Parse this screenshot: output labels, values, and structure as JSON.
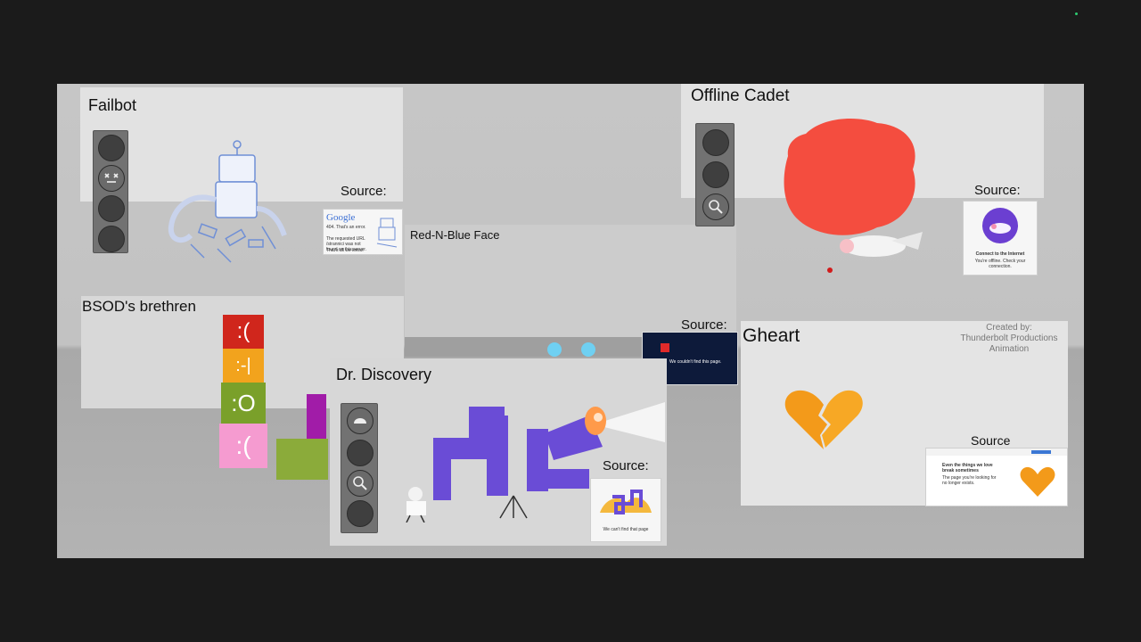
{
  "panels": {
    "failbot": {
      "title": "Failbot",
      "source_label": "Source:",
      "thumb_logo": "Google",
      "thumb_text_1": "404. That's an error.",
      "thumb_text_2": "The requested URL /strannici was not found on this server.",
      "thumb_text_3": "That's all we know."
    },
    "offline_cadet": {
      "title": "Offline Cadet",
      "source_label": "Source:",
      "thumb_text_1": "Connect to the Internet",
      "thumb_text_2": "You're offline. Check your connection."
    },
    "red_blue": {
      "title": "Red-N-Blue Face",
      "source_label": "Source:",
      "thumb_text": "We couldn't find this page."
    },
    "bsod": {
      "title": "BSOD's brethren",
      "cube_faces": [
        ":(",
        ":-|",
        ":O",
        ":("
      ]
    },
    "dr_discovery": {
      "title": "Dr. Discovery",
      "source_label": "Source:",
      "thumb_text": "We can't find that page"
    },
    "gheart": {
      "title": "Gheart",
      "source_label": "Source",
      "credit_line_1": "Created by:",
      "credit_line_2": "Thunderbolt Productions",
      "credit_line_3": "Animation",
      "thumb_text_1": "Even the things we love break sometimes",
      "thumb_text_2": "The page you're looking for no longer exists."
    }
  },
  "colors": {
    "stage": "#c6c6c6",
    "panel": "#e2e2e2",
    "lamp": "#3f3f3f",
    "blob_red": "#f44d3f",
    "heart_orange": "#f39a1a",
    "cube_red": "#d0261c",
    "cube_orange": "#f2a31d",
    "cube_green": "#7aa02a",
    "cube_pink": "#f59bd0",
    "discovery_purple": "#6a4cd6"
  }
}
